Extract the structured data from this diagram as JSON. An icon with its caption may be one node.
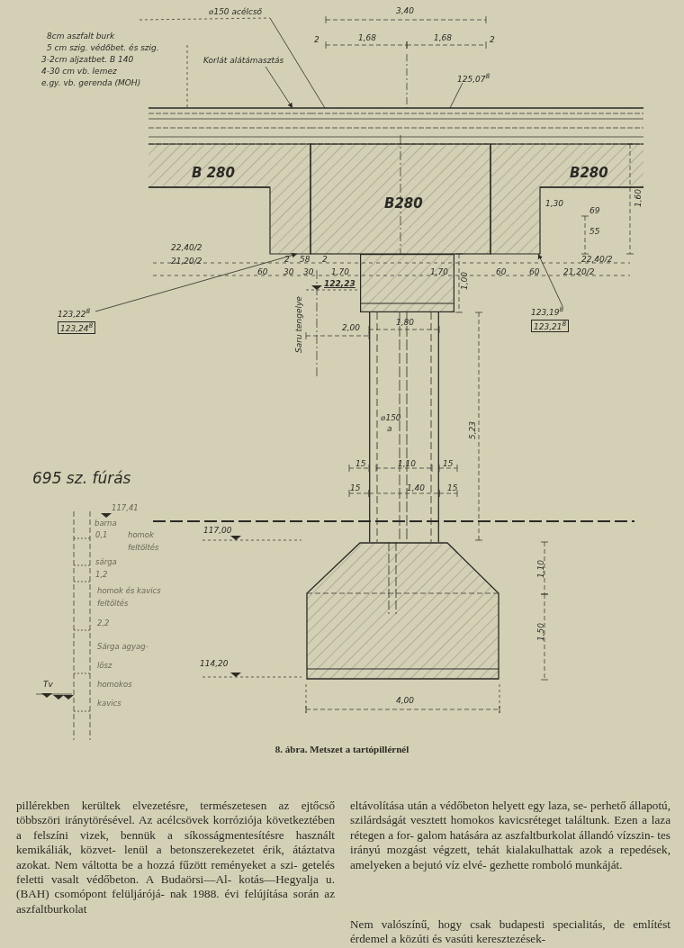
{
  "diagram": {
    "caption": "8. ábra. Metszet a tartópillérnél",
    "nodes": [
      {
        "text": [
          "⌀150 acélcső"
        ]
      },
      {
        "text": [
          "Korlát alátámasztás"
        ]
      },
      {
        "text": [
          "125,07$^{8}$"
        ]
      },
      {
        "text": [
          "B 280"
        ]
      },
      {
        "text": [
          "B280"
        ]
      },
      {
        "text": [
          "B280"
        ]
      },
      {
        "text": [],
        "shape": "box"
      },
      {
        "text": [],
        "shape": "bar"
      },
      {
        "text": [],
        "shape": "box"
      },
      {
        "text": [
          "123,22$^{8}$",
          "123,24$^{8}$"
        ]
      },
      {
        "text": [
          "123,19$^{8}$",
          "123,21$^{8}$"
        ]
      }
    ],
    "edges": [
      {
        "from": 0,
        "to": 4,
        "arrow": "none"
      },
      {
        "from": 1,
        "to": 3,
        "arrow": "to"
      },
      {
        "from": 2,
        "to": 4,
        "arrow": "none"
      },
      {
        "from": 9,
        "to": 3,
        "arrow": "to"
      },
      {
        "from": 10,
        "to": 5,
        "arrow": "to"
      }
    ],
    "labels": [
      "8cm aszfalt burk",
      "5 cm szig. védőbet. és szig.",
      "3-2cm aljzatbet. B 140",
      "4-30 cm vb. lemez",
      "e.gy. vb. gerenda (MOH)",
      "3,40",
      "2",
      "1,68",
      "1,68",
      "2",
      "1,30",
      "69",
      "55",
      "1,60",
      "22,40/2",
      "21,20/2",
      "2",
      "58",
      "2",
      "60",
      "30",
      "30",
      "1,70",
      "1,70",
      "1,00",
      "60",
      "60",
      "22,40/2",
      "21,20/2",
      "122,23",
      "Saru tengelye",
      "1,80",
      "2,00",
      "5,23",
      "⌀150",
      "a",
      "15",
      "1,10",
      "15",
      "15",
      "1,40",
      "15",
      "695 sz. fúrás",
      "117,41",
      "barna",
      "0,1",
      "homok",
      "feltöltés",
      "sárga",
      "1,2",
      "homok és kavics",
      "feltöltés",
      "2,2",
      "Sárga agyag-",
      "lösz",
      "homokos",
      "kavics",
      "117,00",
      "114,20",
      "Tv",
      "1,10",
      "1,50",
      "4,00",
      "pillérekben kerültek elvezetésre, természetesen az ejtőcső többszöri iránytörésével. Az acélcsövek korróziója következtében a felszíni vizek, bennük a síkosságmentesítésre használt kemikáliák, közvet- lenül a betonszerekezetet érik, átáztatva azokat. Nem váltotta be a hozzá fűzött reményeket a szi- getelés feletti vasalt védőbeton. A Budaörsi—Al- kotás—Hegyalja u. (BAH) csomópont felüljárójá- nak 1988. évi felújítása során az aszfaltburkolat",
      "eltávolítása után a védőbeton helyett egy laza, se- perhető állapotú, szilárdságát vesztett homokos kavicsréteget találtunk. Ezen a laza rétegen a for- galom hatására az aszfaltburkolat állandó vízszin- tes irányú mozgást végzett, tehát kialakulhattak azok a repedések, amelyeken a bejutó víz elvé- gezhette romboló munkáját.",
      "Nem valószínű, hogy csak budapesti specialitás, de említést érdemel a közúti és vasúti keresztezések-"
    ]
  }
}
